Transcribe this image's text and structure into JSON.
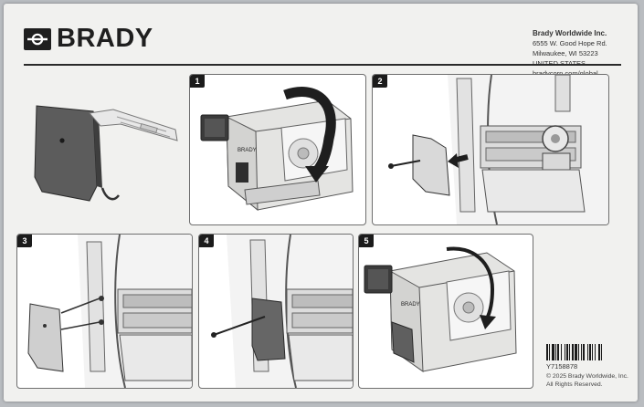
{
  "brand": {
    "logo_text": "BRADY"
  },
  "company": {
    "name": "Brady Worldwide Inc.",
    "address1": "6555 W. Good Hope Rd.",
    "address2": "Milwaukee, WI 53223",
    "country": "UNITED STATES",
    "website": "bradycorp.com/global"
  },
  "steps": [
    "1",
    "2",
    "3",
    "4",
    "5"
  ],
  "printer_label": "BRADY",
  "document": {
    "part_number": "Y7158878",
    "copyright": "© 2025 Brady Worldwide, Inc.",
    "rights": "All Rights Reserved."
  },
  "icons": {
    "logo_mark": "brady-logo-icon",
    "rotate_arrow": "rotate-arrow-icon",
    "insert_arrow": "insert-arrow-icon",
    "screw": "screw-icon"
  },
  "colors": {
    "ink": "#1f1f1f",
    "paper": "#f1f1ef",
    "panel": "#ffffff"
  }
}
